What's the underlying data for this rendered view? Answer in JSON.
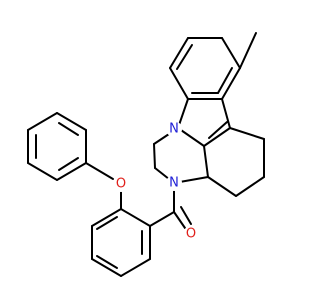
{
  "molecule": {
    "atoms": {
      "n1": {
        "symbol": "N",
        "color": "#1f1fd6"
      },
      "n2": {
        "symbol": "N",
        "color": "#1f1fd6"
      },
      "o_ether": {
        "symbol": "O",
        "color": "#e0201b"
      },
      "o_carbonyl": {
        "symbol": "O",
        "color": "#e0201b"
      }
    }
  }
}
